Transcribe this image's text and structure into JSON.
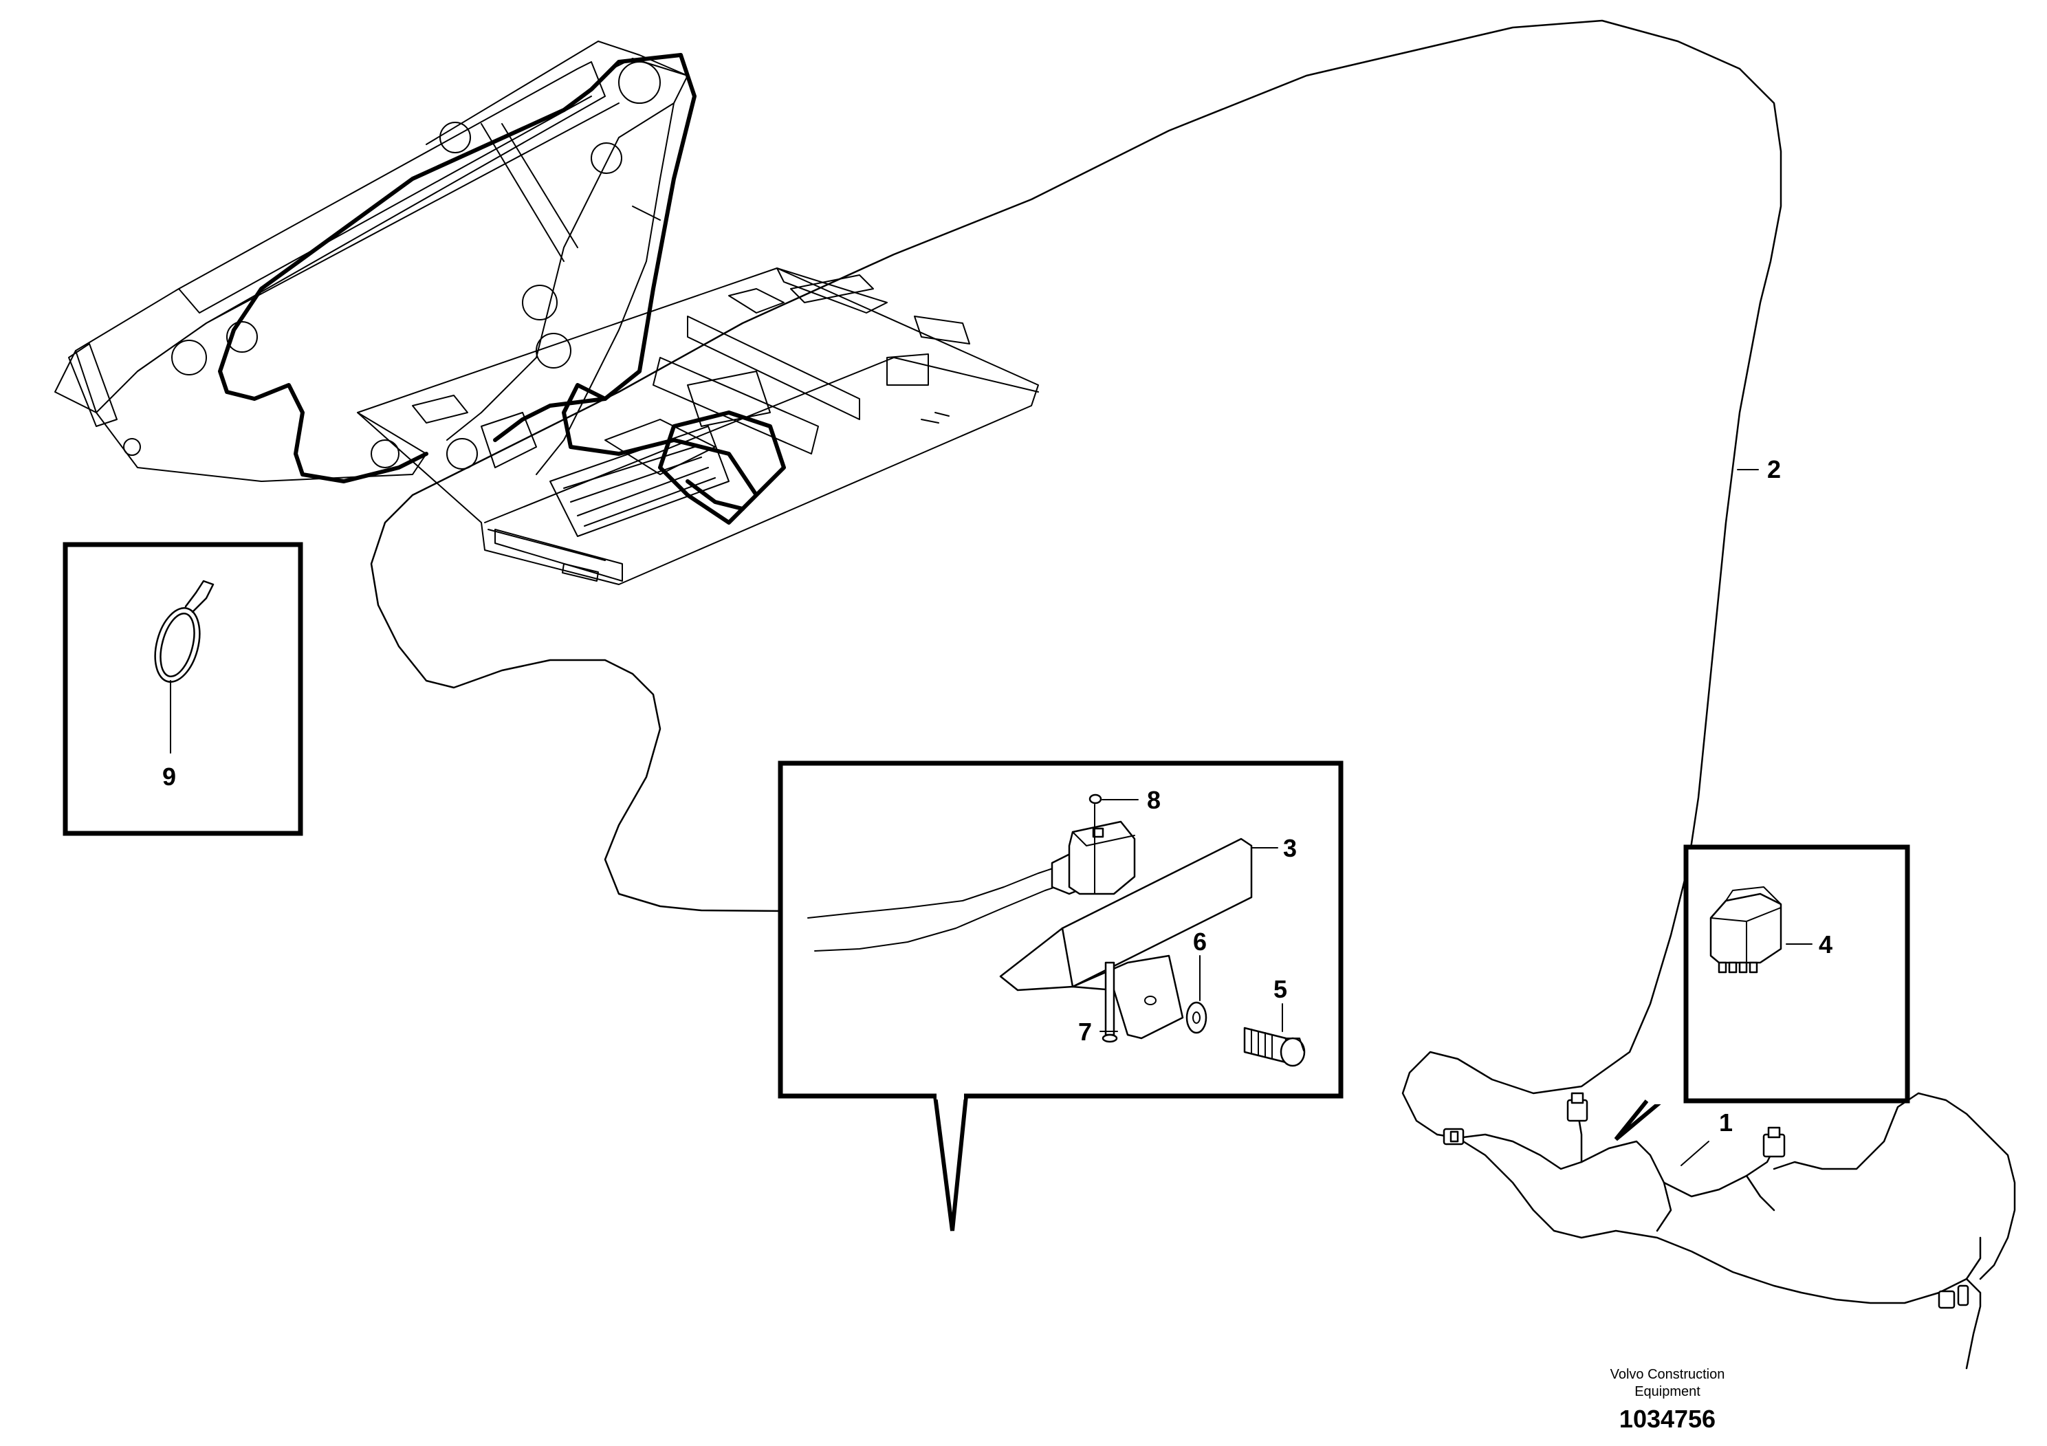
{
  "callouts": {
    "c1": "1",
    "c2": "2",
    "c3": "3",
    "c4": "4",
    "c5": "5",
    "c6": "6",
    "c7": "7",
    "c8": "8",
    "c9": "9"
  },
  "footer": {
    "company_line1": "Volvo Construction",
    "company_line2": "Equipment",
    "drawing_number": "1034756"
  }
}
